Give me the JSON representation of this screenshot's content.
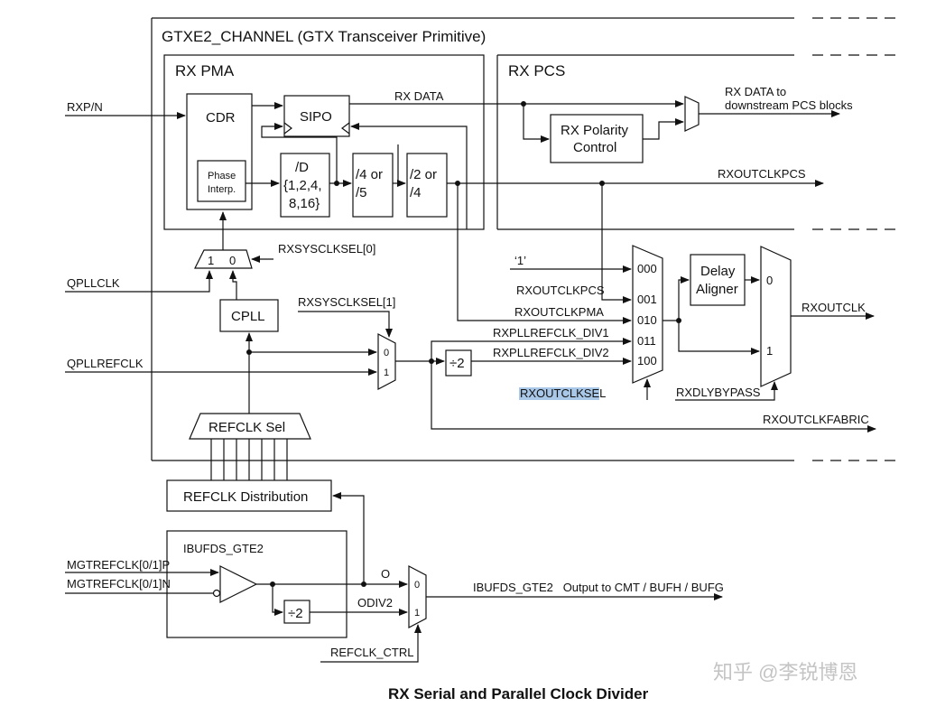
{
  "labels": {
    "gtx": "GTXE2_CHANNEL (GTX Transceiver Primitive)",
    "rxpma": "RX PMA",
    "rxpcs": "RX PCS",
    "rxpn": "RXP/N",
    "cdr": "CDR",
    "phase1": "Phase",
    "phase2": "Interp.",
    "sipo": "SIPO",
    "rxdata": "RX DATA",
    "rxdata_to1": "RX DATA to",
    "rxdata_to2": "downstream PCS blocks",
    "pol1": "RX Polarity",
    "pol2": "Control",
    "d1": "/D",
    "d2": "{1,2,4,",
    "d3": "8,16}",
    "div45a": "/4 or",
    "div45b": "/5",
    "div24a": "/2 or",
    "div24b": "/4",
    "rxoutclkpcs_line": "RXOUTCLKPCS",
    "rxsysclksel0": "RXSYSCLKSEL[0]",
    "mux_in1": "1",
    "mux_in0": "0",
    "qpllclk": "QPLLCLK",
    "cpll": "CPLL",
    "rxsysclksel1": "RXSYSCLKSEL[1]",
    "qpllrefclk": "QPLLREFCLK",
    "m2_0": "0",
    "m2_1": "1",
    "div2a": "÷2",
    "refclksel": "REFCLK Sel",
    "refclkdist": "REFCLK Distribution",
    "ibufds": "IBUFDS_GTE2",
    "mgtp": "MGTREFCLK[0/1]P",
    "mgtn": "MGTREFCLK[0/1]N",
    "o": "O",
    "odiv2": "ODIV2",
    "div2b": "÷2",
    "m3_0": "0",
    "m3_1": "1",
    "refclkctrl": "REFCLK_CTRL",
    "ibufds_out": "IBUFDS_GTE2   Output to CMT / BUFH / BUFG",
    "one": "‘1’",
    "in_pcs": "RXOUTCLKPCS",
    "in_pma": "RXOUTCLKPMA",
    "in_div1": "RXPLLREFCLK_DIV1",
    "in_div2": "RXPLLREFCLK_DIV2",
    "s000": "000",
    "s001": "001",
    "s010": "010",
    "s011": "011",
    "s100": "100",
    "rxoutclksel": "RXOUTCLKSEL",
    "delay1": "Delay",
    "delay2": "Aligner",
    "m5_0": "0",
    "m5_1": "1",
    "rxdlybypass": "RXDLYBYPASS",
    "rxoutclk": "RXOUTCLK",
    "rxoutclkfabric": "RXOUTCLKFABRIC",
    "watermark": "知乎 @李锐博恩",
    "caption": "RX Serial and Parallel Clock Divider"
  },
  "colors": {
    "line": "#111111",
    "highlight": "#a9c8e8",
    "watermark": "#c4c4c4"
  }
}
